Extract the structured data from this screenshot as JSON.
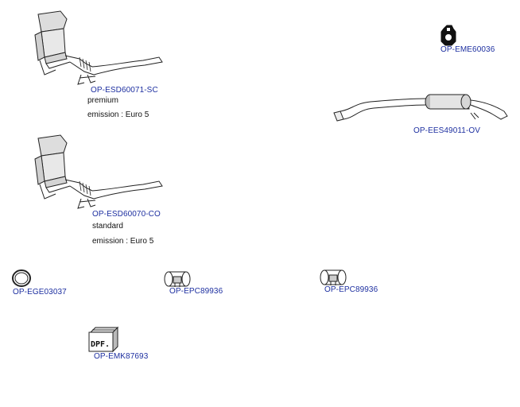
{
  "colors": {
    "link": "#1d2fa0",
    "text": "#111111",
    "stroke": "#222222"
  },
  "parts": {
    "dpf_premium": {
      "icon": "diesel-particulate-filter-icon",
      "code": "OP-ESD60071-SC",
      "grade": "premium",
      "emission_label": "emission : Euro 5"
    },
    "dpf_standard": {
      "icon": "diesel-particulate-filter-icon",
      "code": "OP-ESD60070-CO",
      "grade": "standard",
      "emission_label": "emission : Euro 5"
    },
    "mounting_rubber": {
      "icon": "rubber-mount-icon",
      "code": "OP-EME60036"
    },
    "rear_silencer": {
      "icon": "rear-silencer-icon",
      "code": "OP-EES49011-OV"
    },
    "gasket": {
      "icon": "gasket-ring-icon",
      "code": "OP-EGE03037"
    },
    "clamp_1": {
      "icon": "pipe-clamp-icon",
      "code": "OP-EPC89936"
    },
    "clamp_2": {
      "icon": "pipe-clamp-icon",
      "code": "OP-EPC89936"
    },
    "mounting_kit": {
      "icon": "dpf-mounting-kit-box-icon",
      "code": "OP-EMK87693",
      "box_label": "DPF."
    }
  }
}
